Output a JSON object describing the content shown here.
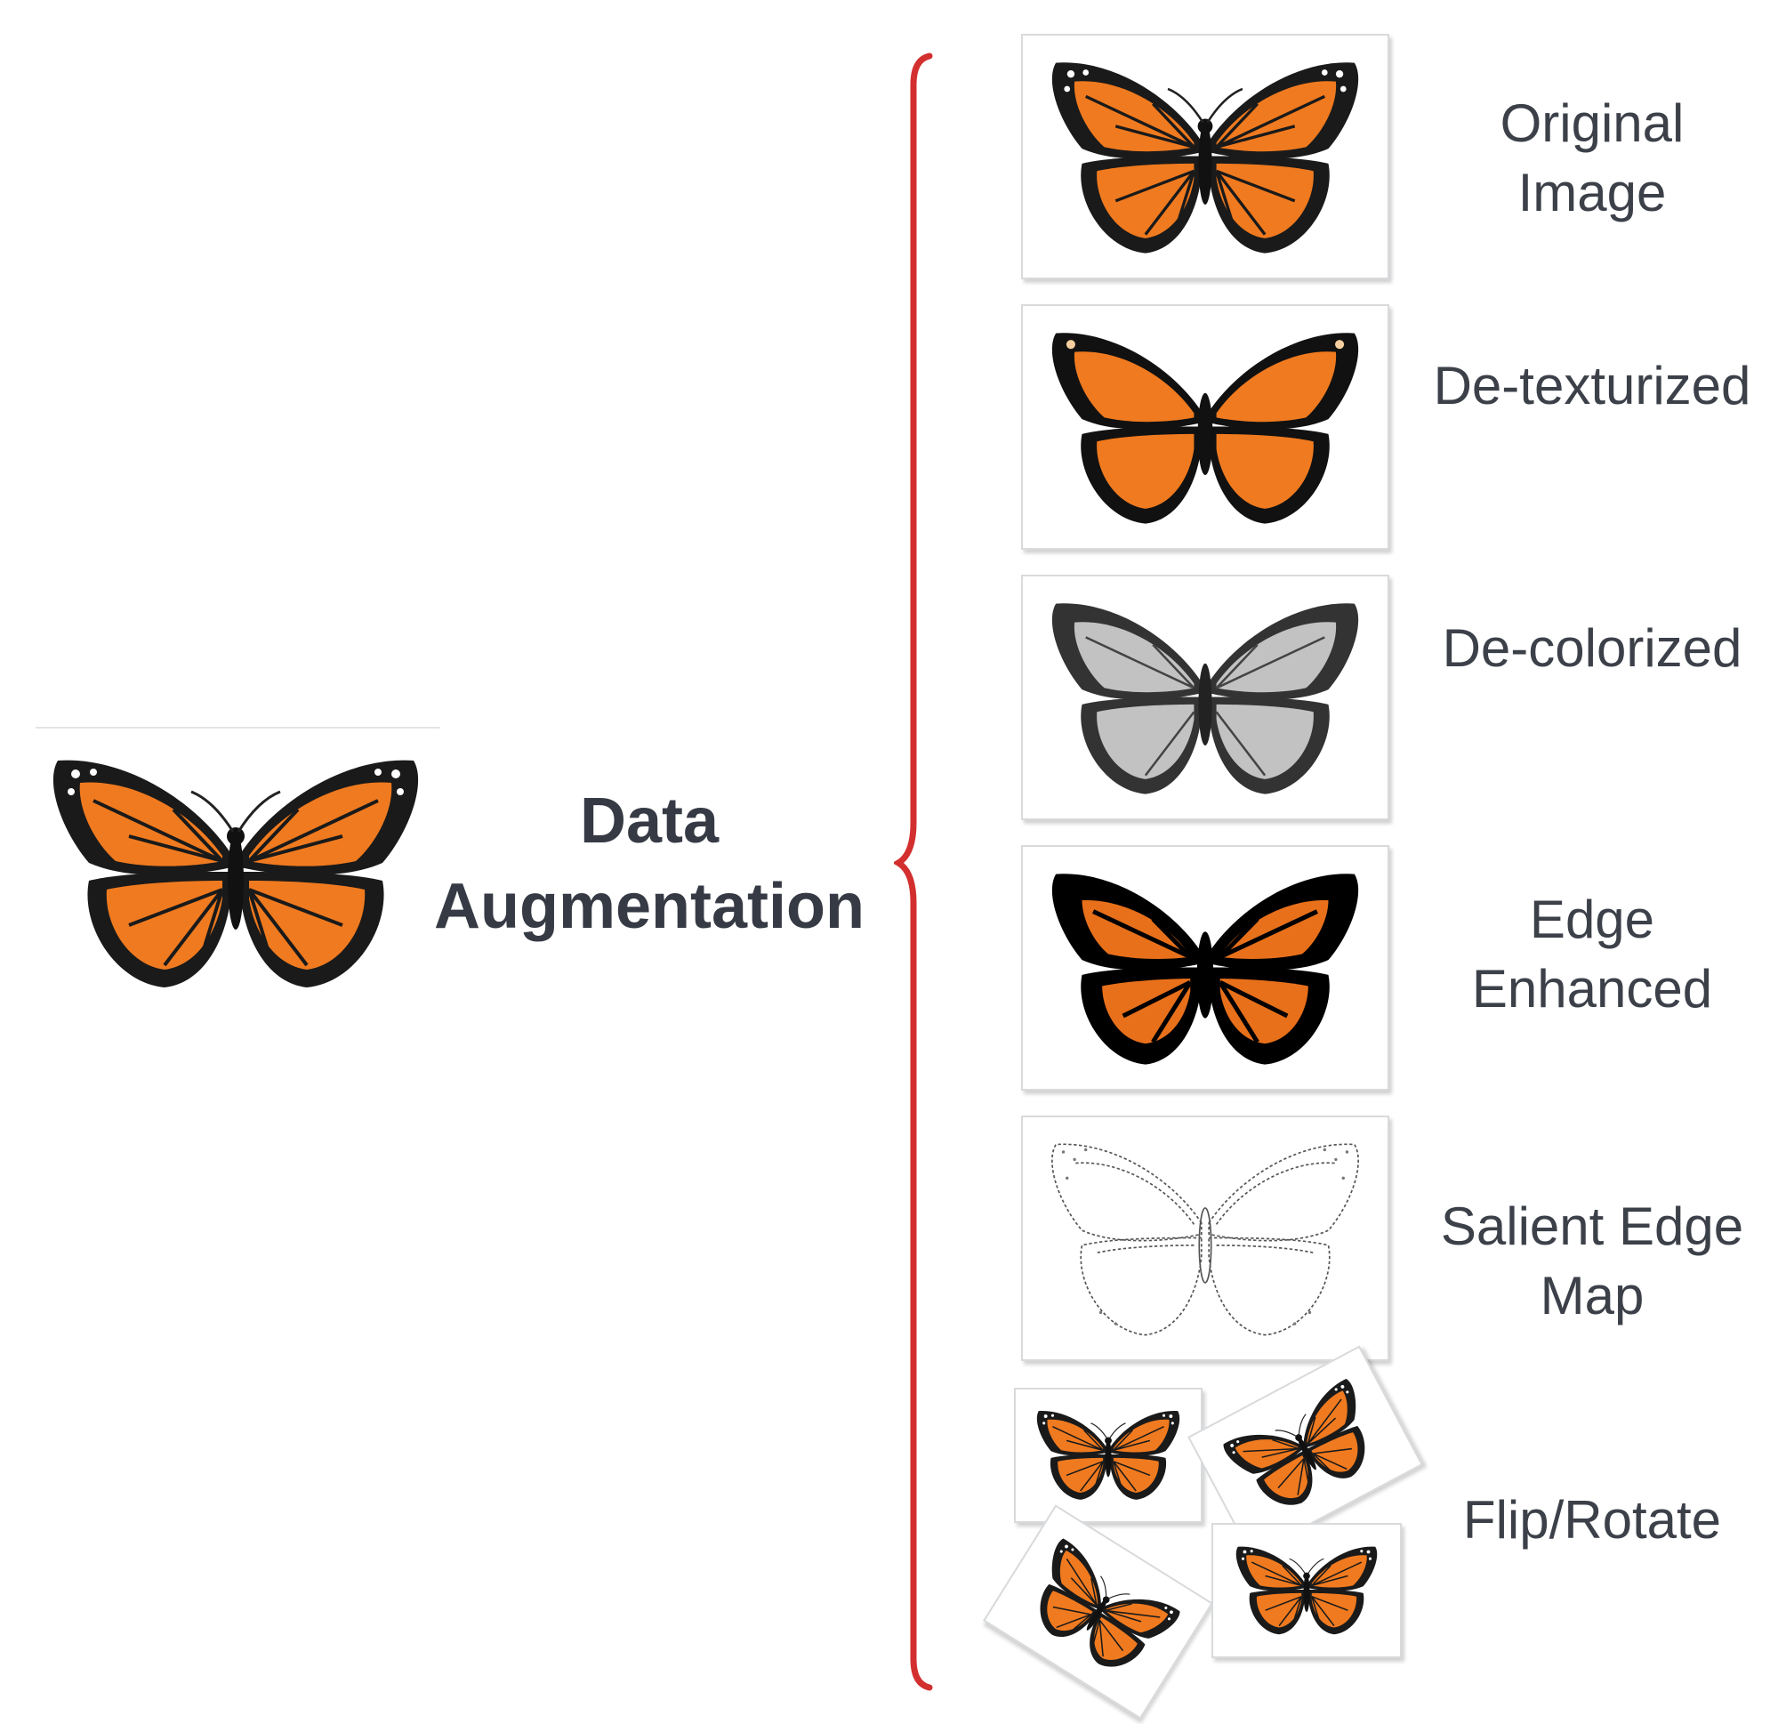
{
  "center_label": {
    "line1": "Data",
    "line2": "Augmentation"
  },
  "colors": {
    "brace": "#d32f2f",
    "wing_orange": "#f07a1f",
    "wing_black": "#1a1a1a",
    "wing_gray": "#bdbdbd",
    "text": "#3c4049"
  },
  "variants": [
    {
      "id": "original",
      "lines": [
        "Original",
        "Image"
      ],
      "style": "original"
    },
    {
      "id": "detexturized",
      "lines": [
        "De-texturized"
      ],
      "style": "detexturized"
    },
    {
      "id": "decolorized",
      "lines": [
        "De-colorized"
      ],
      "style": "decolorized"
    },
    {
      "id": "edge-enhanced",
      "lines": [
        "Edge",
        "Enhanced"
      ],
      "style": "edge"
    },
    {
      "id": "salient-edge",
      "lines": [
        "Salient Edge",
        "Map"
      ],
      "style": "salient"
    },
    {
      "id": "flip-rotate",
      "lines": [
        "Flip/Rotate"
      ],
      "style": "fliprotate"
    }
  ]
}
